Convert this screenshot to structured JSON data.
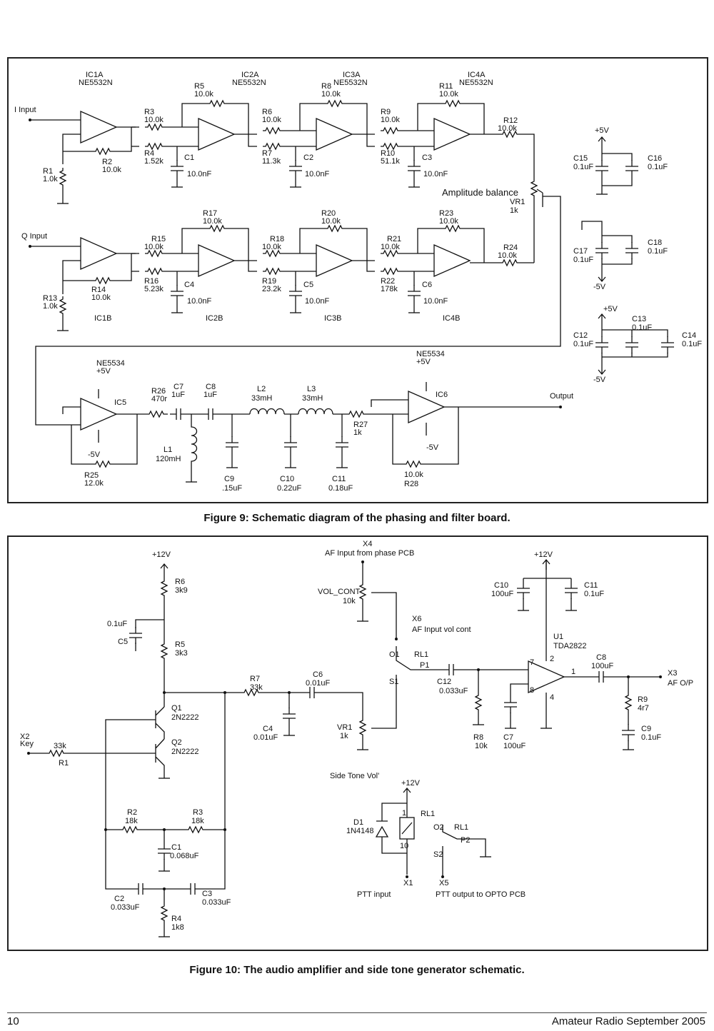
{
  "figure9": {
    "caption": "Figure 9: Schematic diagram of the phasing and filter board.",
    "labels": {
      "i_input": "I Input",
      "q_input": "Q Input",
      "output": "Output",
      "amp_bal": "Amplitude balance",
      "ic1a": "IC1A",
      "ic1a_part": "NE5532N",
      "ic2a": "IC2A",
      "ic2a_part": "NE5532N",
      "ic3a": "IC3A",
      "ic3a_part": "NE5532N",
      "ic4a": "IC4A",
      "ic4a_part": "NE5532N",
      "ic1b": "IC1B",
      "ic2b": "IC2B",
      "ic3b": "IC3B",
      "ic4b": "IC4B",
      "ic5": "IC5",
      "ic6": "IC6",
      "ne5534_a": "NE5534",
      "ne5534_b": "NE5534",
      "p5v_a": "+5V",
      "p5v_b": "+5V",
      "m5v_a": "-5V",
      "m5v_b": "-5V",
      "r1": "R1",
      "r1v": "1.0k",
      "r2": "R2",
      "r2v": "10.0k",
      "r3": "R3",
      "r3v": "10.0k",
      "r4": "R4",
      "r4v": "1.52k",
      "r5": "R5",
      "r5v": "10.0k",
      "r6": "R6",
      "r6v": "10.0k",
      "r7": "R7",
      "r7v": "11.3k",
      "r8": "R8",
      "r8v": "10.0k",
      "r9": "R9",
      "r9v": "10.0k",
      "r10": "R10",
      "r10v": "51.1k",
      "r11": "R11",
      "r11v": "10.0k",
      "r12": "R12",
      "r12v": "10.0k",
      "r13": "R13",
      "r13v": "1.0k",
      "r14": "R14",
      "r14v": "10.0k",
      "r15": "R15",
      "r15v": "10.0k",
      "r16": "R16",
      "r16v": "5.23k",
      "r17": "R17",
      "r17v": "10.0k",
      "r18": "R18",
      "r18v": "10.0k",
      "r19": "R19",
      "r19v": "23.2k",
      "r20": "R20",
      "r20v": "10.0k",
      "r21": "R21",
      "r21v": "10.0k",
      "r22": "R22",
      "r22v": "178k",
      "r23": "R23",
      "r23v": "10.0k",
      "r24": "R24",
      "r24v": "10.0k",
      "r25": "R25",
      "r25v": "12.0k",
      "r26": "R26",
      "r26v": "470r",
      "r27": "R27",
      "r27v": "1k",
      "r28": "R28",
      "r28v": "10.0k",
      "c1": "C1",
      "c1v": "10.0nF",
      "c2": "C2",
      "c2v": "10.0nF",
      "c3": "C3",
      "c3v": "10.0nF",
      "c4": "C4",
      "c4v": "10.0nF",
      "c5": "C5",
      "c5v": "10.0nF",
      "c6": "C6",
      "c6v": "10.0nF",
      "c7": "C7",
      "c7v": "1uF",
      "c8": "C8",
      "c8v": "1uF",
      "c9": "C9",
      "c9v": ".15uF",
      "c10": "C10",
      "c10v": "0.22uF",
      "c11": "C11",
      "c11v": "0.18uF",
      "c12": "C12",
      "c12v": "0.1uF",
      "c13": "C13",
      "c13v": "0.1uF",
      "c14": "C14",
      "c14v": "0.1uF",
      "c15": "C15",
      "c15v": "0.1uF",
      "c16": "C16",
      "c16v": "0.1uF",
      "c17": "C17",
      "c17v": "0.1uF",
      "c18": "C18",
      "c18v": "0.1uF",
      "vr1": "VR1",
      "vr1v": "1k",
      "l1": "L1",
      "l1v": "120mH",
      "l2": "L2",
      "l2v": "33mH",
      "l3": "L3",
      "l3v": "33mH",
      "sup_p5v_1": "+5V",
      "sup_m5v_1": "-5V",
      "sup_p5v_2": "+5V",
      "sup_m5v_2": "-5V"
    }
  },
  "figure10": {
    "caption": "Figure 10: The audio amplifier and side tone generator schematic.",
    "labels": {
      "p12v_a": "+12V",
      "p12v_b": "+12V",
      "p12v_c": "+12V",
      "r6": "R6",
      "r6v": "3k9",
      "r5": "R5",
      "r5v": "3k3",
      "c5": "C5",
      "c5v": "0.1uF",
      "q1": "Q1",
      "q1v": "2N2222",
      "q2": "Q2",
      "q2v": "2N2222",
      "x2": "X2",
      "key": "Key",
      "r1": "R1",
      "r1v": "33k",
      "r2": "R2",
      "r2v": "18k",
      "r3": "R3",
      "r3v": "18k",
      "c1": "C1",
      "c1v": "0.068uF",
      "c2": "C2",
      "c2v": "0.033uF",
      "c3": "C3",
      "c3v": "0.033uF",
      "r4": "R4",
      "r4v": "1k8",
      "r7": "R7",
      "r7v": "33k",
      "c4": "C4",
      "c4v": "0.01uF",
      "c6": "C6",
      "c6v": "0.01uF",
      "vr1": "VR1",
      "vr1v": "1k",
      "side_tone": "Side Tone Vol'",
      "x4": "X4",
      "af_in_phase": "AF Input from phase PCB",
      "vol_cont": "VOL_CONT",
      "vol_cont_v": "10k",
      "x6": "X6",
      "af_in_vol": "AF Input vol cont",
      "rl1": "RL1",
      "o1": "O1",
      "s1": "S1",
      "p1": "P1",
      "c12": "C12",
      "c12v": "0.033uF",
      "r8": "R8",
      "r8v": "10k",
      "c7": "C7",
      "c7v": "100uF",
      "c10": "C10",
      "c10v": "100uF",
      "c11": "C11",
      "c11v": "0.1uF",
      "u1": "U1",
      "u1v": "TDA2822",
      "c8": "C8",
      "c8v": "100uF",
      "r9": "R9",
      "r9v": "4r7",
      "c9": "C9",
      "c9v": "0.1uF",
      "x3": "X3",
      "af_op": "AF O/P",
      "d1": "D1",
      "d1v": "1N4148",
      "rl1_coil": "RL1",
      "rl1_sw": "RL1",
      "o2": "O2",
      "s2": "S2",
      "p2": "P2",
      "x1": "X1",
      "ptt_in": "PTT input",
      "x5": "X5",
      "ptt_out": "PTT output to OPTO PCB",
      "pin1": "1",
      "pin10": "10",
      "u1p2": "2",
      "u1p7": "7",
      "u1p8": "8",
      "u1p4": "4",
      "u1p1": "1"
    }
  },
  "footer": {
    "page": "10",
    "journal": "Amateur Radio September 2005"
  }
}
